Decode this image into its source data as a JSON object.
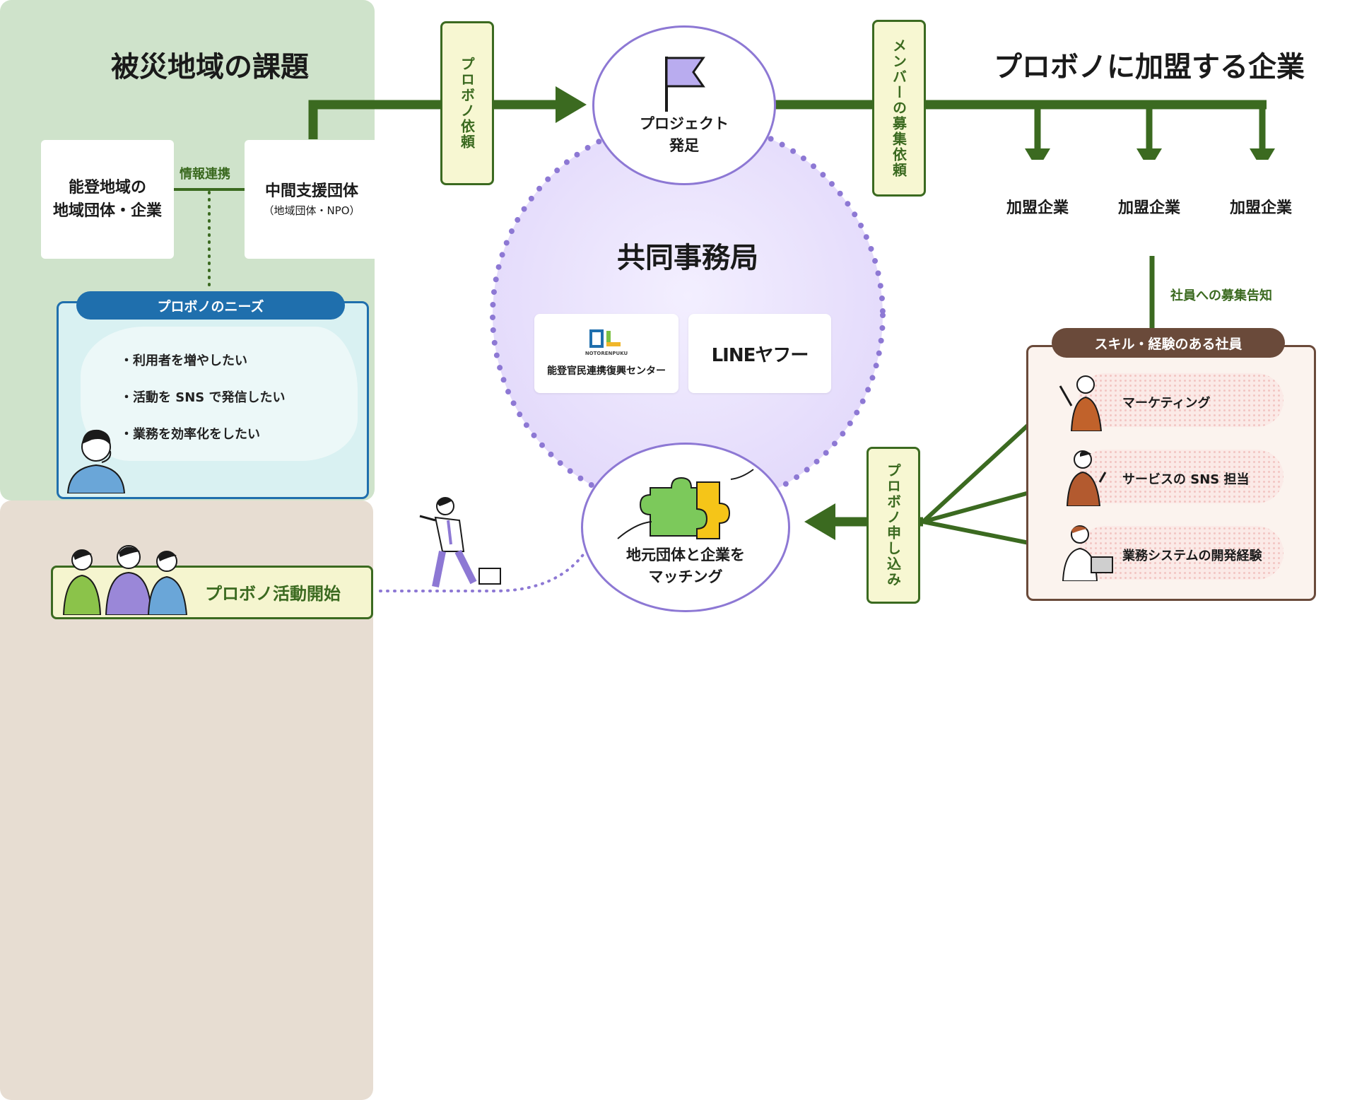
{
  "left_panel": {
    "title": "被災地域の課題",
    "local_org": {
      "line1": "能登地域の",
      "line2": "地域団体・企業"
    },
    "info_link_label": "情報連携",
    "support_org": {
      "title": "中間支援団体",
      "subtitle": "（地域団体・NPO）"
    },
    "needs": {
      "header": "プロボノのニーズ",
      "items": [
        "・利用者を増やしたい",
        "・活動を SNS で発信したい",
        "・業務を効率化をしたい"
      ]
    }
  },
  "center": {
    "request_tag": "プロボノ依頼",
    "project_start": {
      "line1": "プロジェクト",
      "line2": "発足"
    },
    "secretariat": "共同事務局",
    "logo1": {
      "mark_caption": "NOTORENPUKU",
      "name": "能登官民連携復興センター"
    },
    "logo2": {
      "name": "LINEヤフー"
    },
    "matching": {
      "line1": "地元団体と企業を",
      "line2": "マッチング"
    }
  },
  "right_panel": {
    "title": "プロボノに加盟する企業",
    "recruit_tag": "メンバーの募集依頼",
    "companies": [
      "加盟企業",
      "加盟企業",
      "加盟企業"
    ],
    "notice_label": "社員への募集告知",
    "employees": {
      "header": "スキル・経験のある社員",
      "items": [
        "マーケティング",
        "サービスの SNS 担当",
        "業務システムの開発経験"
      ]
    },
    "apply_tag": "プロボノ申し込み"
  },
  "bottom": {
    "start_label": "プロボノ活動開始"
  },
  "colors": {
    "green_dark": "#3b6a20",
    "purple": "#8d78d4",
    "blue": "#1f6fad",
    "brown": "#6a4a3a"
  }
}
